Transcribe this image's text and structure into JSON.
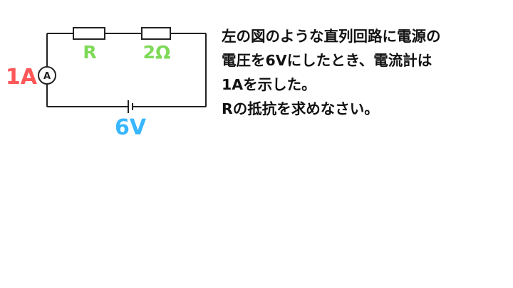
{
  "circuit": {
    "resistor_unknown_label": "R",
    "resistor_known_label": "2Ω",
    "ammeter_symbol": "A",
    "current_label": "1A",
    "battery_label": "6V",
    "colors": {
      "wire": "#222222",
      "resistor_label": "#7ed957",
      "current_label": "#ff5757",
      "battery_label": "#38b6ff"
    }
  },
  "question": {
    "lines": [
      "左の図のような直列回路に電源の",
      "電圧を6Vにしたとき、電流計は",
      "1Aを示した。",
      "Rの抵抗を求めなさい。"
    ]
  }
}
